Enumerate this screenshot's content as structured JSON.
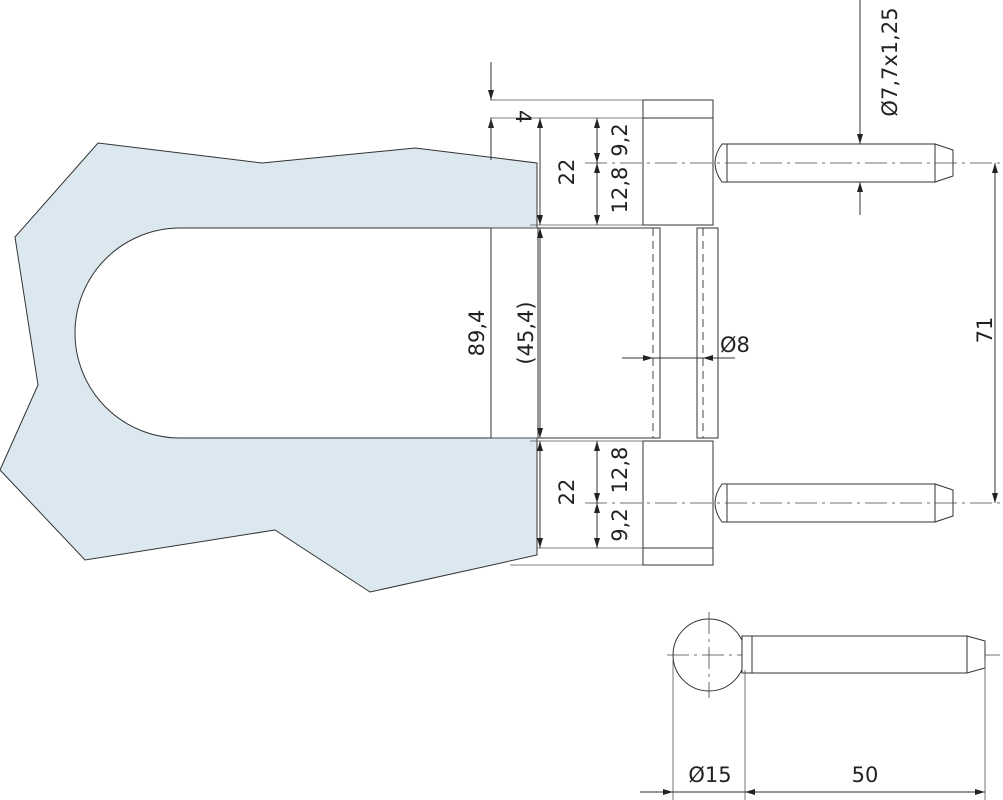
{
  "colors": {
    "glass": "#dce8ef",
    "line": "#333333"
  },
  "dimensions": {
    "cap_height": "4",
    "top_leaf": "22",
    "top_upper": "9,2",
    "top_lower": "12,8",
    "overall_cutout": "89,4",
    "middle": "(45,4)",
    "knuckle_diameter": "Ø8",
    "pin_spacing": "71",
    "pin_thread": "Ø7,7x1,25",
    "bottom_leaf": "22",
    "bottom_upper": "12,8",
    "bottom_lower": "9,2",
    "head_diameter": "Ø15",
    "pin_length": "50"
  }
}
